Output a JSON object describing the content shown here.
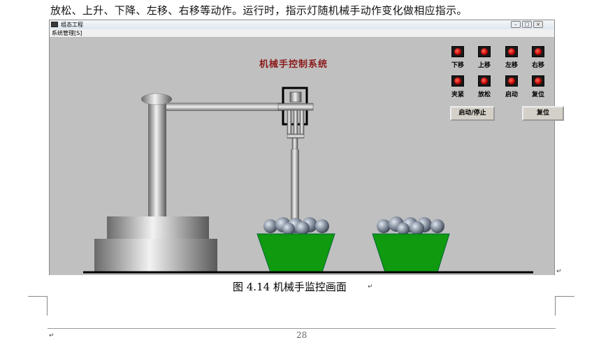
{
  "document": {
    "top_text": "放松、上升、下降、左移、右移等动作。运行时，指示灯随机械手动作变化做相应指示。",
    "caption": "图 4.14   机械手监控画面",
    "page_number": "28",
    "para_mark": "↵"
  },
  "window": {
    "title": "组态工程",
    "minimize": "–",
    "maximize": "□",
    "close": "×",
    "menu": [
      "系统管理[S]"
    ]
  },
  "scada": {
    "title": "机械手控制系统",
    "lamps": [
      {
        "label": "下移",
        "state": "on"
      },
      {
        "label": "上移",
        "state": "on"
      },
      {
        "label": "左移",
        "state": "on"
      },
      {
        "label": "右移",
        "state": "on"
      },
      {
        "label": "夹紧",
        "state": "on"
      },
      {
        "label": "放松",
        "state": "on"
      },
      {
        "label": "启动",
        "state": "on"
      },
      {
        "label": "复位",
        "state": "on"
      }
    ],
    "buttons": {
      "start_stop": "启动/停止",
      "reset": "复位"
    },
    "colors": {
      "title": "#8b1a1a",
      "lamp_on": "#e02010",
      "bin": "#109a10",
      "canvas": "#c0c0c0"
    }
  }
}
